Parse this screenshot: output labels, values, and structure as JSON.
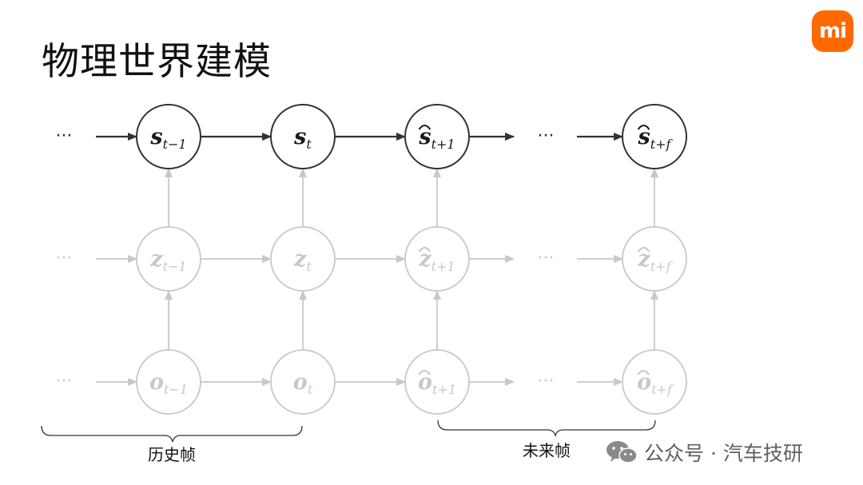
{
  "title": "物理世界建模",
  "logo_text": "mi",
  "colors": {
    "accent": "#ff6900",
    "dark": "#333333",
    "faded": "#c8c8c8"
  },
  "ellipsis": "···",
  "rows": [
    {
      "name": "s",
      "symbol": "s",
      "emphasis": "dark",
      "nodes": [
        {
          "sub": "t−1",
          "hat": false
        },
        {
          "sub": "t",
          "hat": false
        },
        {
          "sub": "t+1",
          "hat": true
        },
        {
          "sub": "t+f",
          "hat": true
        }
      ]
    },
    {
      "name": "z",
      "symbol": "z",
      "emphasis": "faded",
      "nodes": [
        {
          "sub": "t−1",
          "hat": false
        },
        {
          "sub": "t",
          "hat": false
        },
        {
          "sub": "t+1",
          "hat": true
        },
        {
          "sub": "t+f",
          "hat": true
        }
      ]
    },
    {
      "name": "o",
      "symbol": "o",
      "emphasis": "faded",
      "nodes": [
        {
          "sub": "t−1",
          "hat": false
        },
        {
          "sub": "t",
          "hat": false
        },
        {
          "sub": "t+1",
          "hat": true
        },
        {
          "sub": "t+f",
          "hat": true
        }
      ]
    }
  ],
  "groups": {
    "history": "历史帧",
    "future": "未来帧"
  },
  "watermark": {
    "icon": "wechat-icon",
    "text": "公众号 · 汽车技研"
  }
}
